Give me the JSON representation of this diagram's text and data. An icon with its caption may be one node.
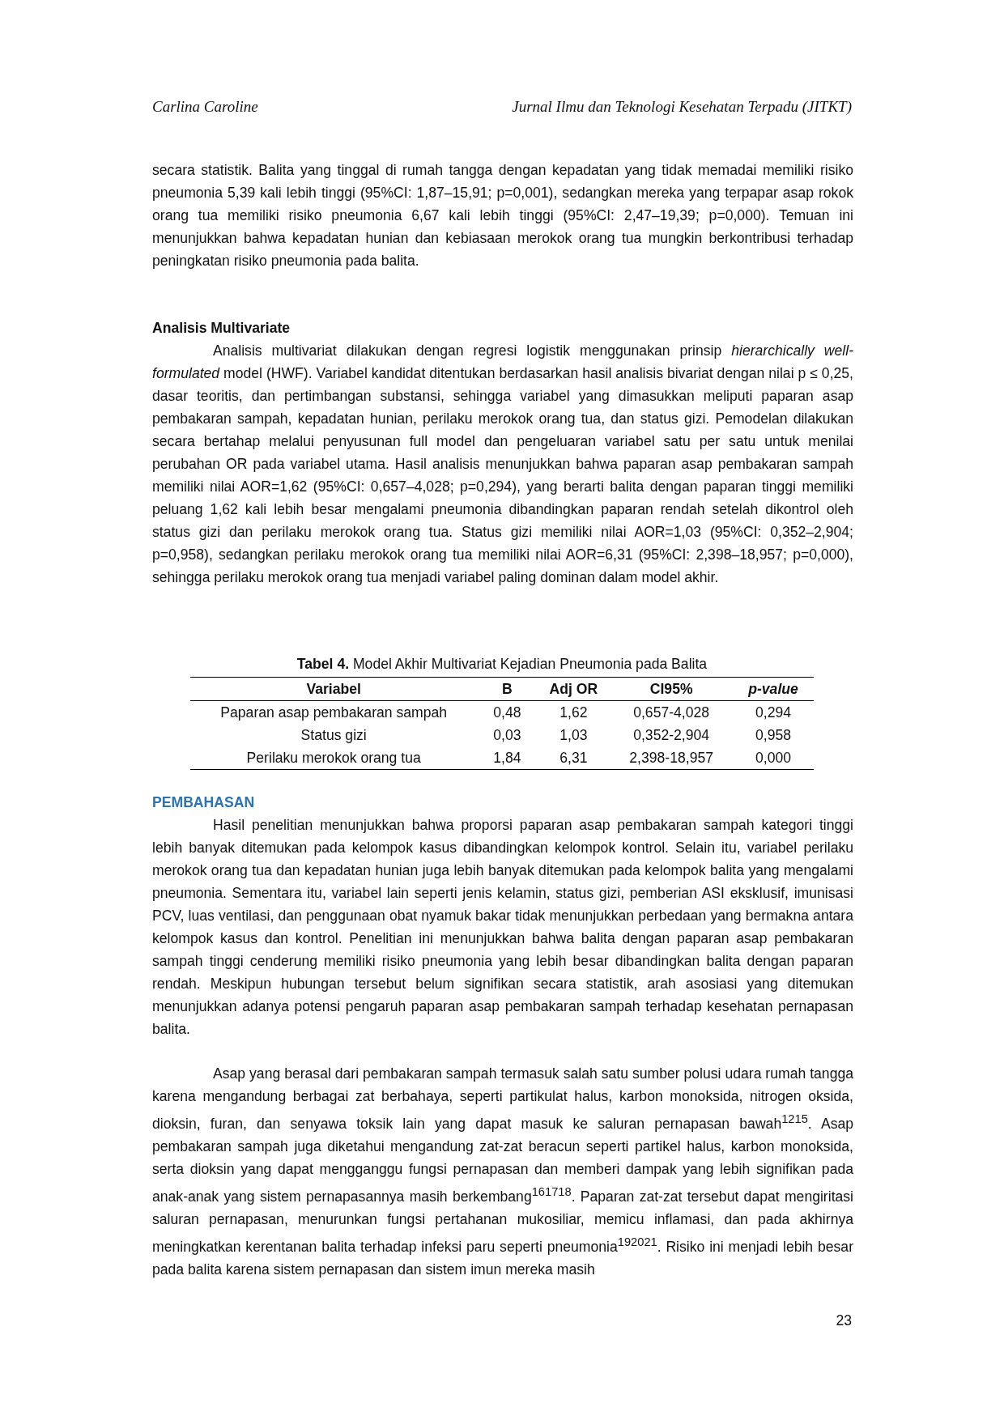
{
  "diagram": {
    "labels": [
      "Carlina Caroline",
      "Jurnal Ilmu dan Teknologi Kesehatan Terpadu (JITKT)",
      "secara statistik. Balita yang tinggal di rumah tangga dengan kepadatan yang tidak memadai memiliki risiko pneumonia 5,39 kali lebih tinggi (95%CI: 1,87–15,91; p=0,001), sedangkan mereka yang terpapar asap rokok orang tua memiliki risiko pneumonia 6,67 kali lebih tinggi (95%CI: 2,47–19,39; p=0,000). Temuan ini menunjukkan bahwa kepadatan hunian dan kebiasaan merokok orang tua mungkin berkontribusi terhadap peningkatan risiko pneumonia pada balita.",
      "Analisis Multivariate",
      "Analisis multivariat dilakukan dengan regresi logistik menggunakan prinsip *hierarchically well-formulated* model (HWF). Variabel kandidat ditentukan berdasarkan hasil analisis bivariat dengan nilai p ≤ 0,25, dasar teoritis, dan pertimbangan substansi, sehingga variabel yang dimasukkan meliputi paparan asap pembakaran sampah, kepadatan hunian, perilaku merokok orang tua, dan status gizi. Pemodelan dilakukan secara bertahap melalui penyusunan full model dan pengeluaran variabel satu per satu untuk menilai perubahan OR pada variabel utama. Hasil analisis menunjukkan bahwa paparan asap pembakaran sampah memiliki nilai AOR=1,62 (95%CI: 0,657–4,028; p=0,294), yang berarti balita dengan paparan tinggi memiliki peluang 1,62 kali lebih besar mengalami pneumonia dibandingkan paparan rendah setelah dikontrol oleh status gizi dan perilaku merokok orang tua. Status gizi memiliki nilai AOR=1,03 (95%CI: 0,352–2,904; p=0,958), sedangkan perilaku merokok orang tua memiliki nilai AOR=6,31 (95%CI: 2,398–18,957; p=0,000), sehingga perilaku merokok orang tua menjadi variabel paling dominan dalam model akhir.",
      "**Tabel 4.** Model Akhir Multivariat Kejadian Pneumonia pada Balita",
      "Variabel",
      "B",
      "Adj OR",
      "CI95%",
      "p-value",
      "Paparan asap pembakaran sampah",
      "0,48",
      "1,62",
      "0,657-4,028",
      "0,294",
      "Status gizi",
      "0,03",
      "1,03",
      "0,352-2,904",
      "0,958",
      "Perilaku merokok orang tua",
      "1,84",
      "6,31",
      "2,398-18,957",
      "0,000",
      "PEMBAHASAN",
      "Hasil penelitian menunjukkan bahwa proporsi paparan asap pembakaran sampah kategori tinggi lebih banyak ditemukan pada kelompok kasus dibandingkan kelompok kontrol. Selain itu, variabel perilaku merokok orang tua dan kepadatan hunian juga lebih banyak ditemukan pada kelompok balita yang mengalami pneumonia. Sementara itu, variabel lain seperti jenis kelamin, status gizi, pemberian ASI eksklusif, imunisasi PCV, luas ventilasi, dan penggunaan obat nyamuk bakar tidak menunjukkan perbedaan yang bermakna antara kelompok kasus dan kontrol. Penelitian ini menunjukkan bahwa balita dengan paparan asap pembakaran sampah tinggi cenderung memiliki risiko pneumonia yang lebih besar dibandingkan balita dengan paparan rendah. Meskipun hubungan tersebut belum signifikan secara statistik, arah asosiasi yang ditemukan menunjukkan adanya potensi pengaruh paparan asap pembakaran sampah terhadap kesehatan pernapasan balita.",
      "Asap yang berasal dari pembakaran sampah termasuk salah satu sumber polusi udara rumah tangga karena mengandung berbagai zat berbahaya, seperti partikulat halus, karbon monoksida, nitrogen oksida, dioksin, furan, dan senyawa toksik lain yang dapat masuk ke saluran pernapasan bawah$^{1215}$. Asap pembakaran sampah juga diketahui mengandung zat-zat beracun seperti partikel halus, karbon monoksida, serta dioksin yang dapat mengganggu fungsi pernapasan dan memberi dampak yang lebih signifikan pada anak-anak yang sistem pernapasannya masih berkembang$^{161718}$. Paparan zat-zat tersebut dapat mengiritasi saluran pernapasan, menurunkan fungsi pertahanan mukosiliar, memicu inflamasi, dan pada akhirnya meningkatkan kerentanan balita terhadap infeksi paru seperti pneumonia$^{192021}$. Risiko ini menjadi lebih besar pada balita karena sistem pernapasan dan sistem imun mereka masih",
      "23"
    ]
  }
}
